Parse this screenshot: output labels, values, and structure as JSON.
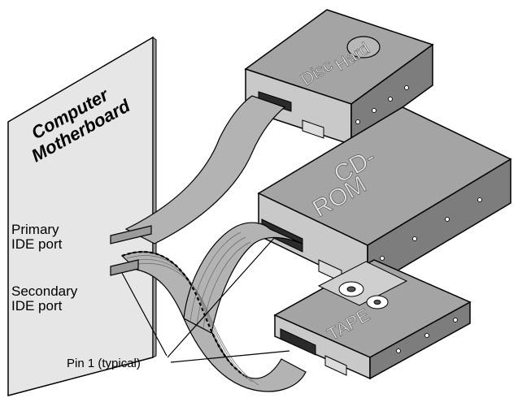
{
  "labels": {
    "motherboard_line1": "Computer",
    "motherboard_line2": "Motherboard",
    "primary_line1": "Primary",
    "primary_line2": "IDE port",
    "secondary_line1": "Secondary",
    "secondary_line2": "IDE port",
    "pin1": "Pin 1 (typical)",
    "hard_disc_line1": "Hard",
    "hard_disc_line2": "Disc",
    "cdrom_line1": "CD-",
    "cdrom_line2": "ROM",
    "tape": "TAPE"
  },
  "colors": {
    "board": "#e6e6e6",
    "drive_top": "#a4a4a4",
    "drive_side": "#7d7d7d",
    "drive_front": "#c9c9c9",
    "cable": "#b3b3b3",
    "outline": "#000000"
  }
}
